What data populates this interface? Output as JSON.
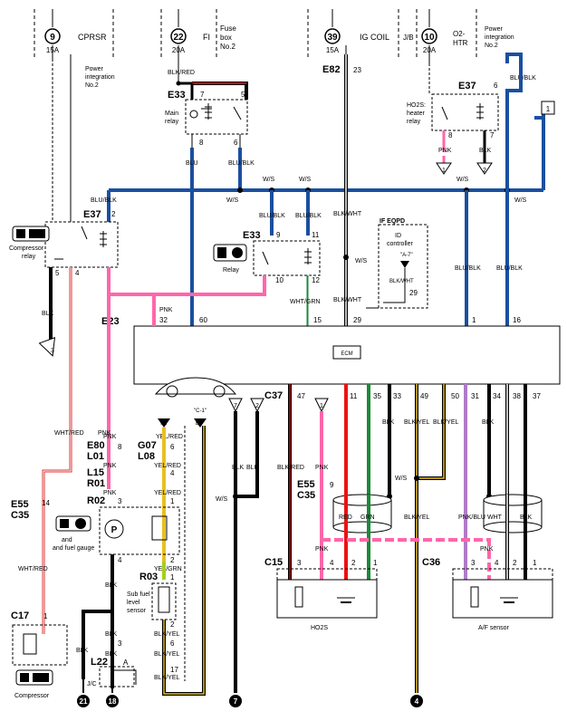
{
  "fuses": {
    "cprsr": {
      "num": "9",
      "amp": "15A",
      "name": "CPRSR"
    },
    "fi": {
      "num": "22",
      "amp": "20A",
      "name": "FI",
      "box": "Fuse box No.2"
    },
    "igcoil": {
      "num": "39",
      "amp": "15A",
      "name": "IG COIL"
    },
    "o2htr": {
      "num": "10",
      "amp": "20A",
      "name": "O2-HTR",
      "prefix": "J/B"
    }
  },
  "power_integration": "Power integration No.2",
  "connectors": {
    "e33": "E33",
    "e37": "E37",
    "e82": "E82",
    "e23": "E23",
    "c37": "C37",
    "e80": "E80",
    "l01": "L01",
    "g07": "G07",
    "l08": "L08",
    "l15": "L15",
    "r01": "R01",
    "r02": "R02",
    "r03": "R03",
    "l22": "L22",
    "e55": "E55",
    "c35": "C35",
    "c17": "C17",
    "c15": "C15",
    "c36": "C36"
  },
  "components": {
    "main_relay": "Main relay",
    "compressor_relay": "Compressor relay",
    "relay": "Relay",
    "heater_relay": "HO2S: heater relay",
    "id_controller": "ID controller",
    "if_eqpd": "IF EQPD",
    "a7": "\"A-7\"",
    "c1": "\"C-1\"",
    "ecm": "ECM",
    "pump_gauge": "and fuel gauge",
    "sub_sensor": "Sub fuel level sensor",
    "ho2s": "HO2S",
    "af_sensor": "A/F sensor",
    "compressor": "Compressor",
    "jc": "J/C",
    "pin_a": "A"
  },
  "wires": {
    "blk": "BLK",
    "blu": "BLU",
    "blu_blk": "BLU/BLK",
    "ws": "W/S",
    "blk_red": "BLK/RED",
    "blk_wht": "BLK/WHT",
    "pnk": "PNK",
    "wht_red": "WHT/RED",
    "wht_grn": "WHT/GRN",
    "yel_red": "YEL/RED",
    "yel_grn": "YEL/GRN",
    "blk_yel": "BLK/YEL",
    "red": "RED",
    "grn": "GRN",
    "pnk_blu": "PNK/BLU",
    "wht": "WHT"
  },
  "pins": {
    "e82_23": "23",
    "e33_7": "7",
    "e33_5": "5",
    "e33_8": "8",
    "e33_6": "6",
    "e37_6": "6",
    "e37_8": "8",
    "e37_7": "7",
    "e37_2": "2",
    "e37_5": "5",
    "e37_4": "4",
    "e37_3": "3",
    "e33_9": "9",
    "e33_11": "11",
    "e33_10": "10",
    "e33_12": "12",
    "id_29": "29",
    "e23_32": "32",
    "e23_60": "60",
    "e23_15": "15",
    "e23_29": "29",
    "e23_1": "1",
    "e23_16": "16",
    "c37_47": "47",
    "c37_11": "11",
    "c37_35": "35",
    "c37_33": "33",
    "c37_49": "49",
    "c37_50": "50",
    "c37_31": "31",
    "c37_34": "34",
    "c37_38": "38",
    "c37_37": "37",
    "e80_8": "8",
    "g07_6": "6",
    "l15_4": "4",
    "r02_3": "3",
    "r02_1": "1",
    "r02_4": "4",
    "r02_2": "2",
    "r03_1": "1",
    "r03_2": "2",
    "r03_6": "6",
    "r03_3": "3",
    "l22_17": "17",
    "e55_14": "14",
    "e55_9": "9",
    "c17_1": "1",
    "c15_3": "3",
    "c15_4": "4",
    "c15_2": "2",
    "c15_1": "1",
    "c36_3": "3",
    "c36_4": "4",
    "c36_2": "2",
    "c36_1": "1",
    "gnd_21": "21",
    "gnd_18": "18",
    "gnd_7": "7",
    "gnd_4": "4",
    "ref_1": "1",
    "ref_2": "2",
    "ref_3": "3",
    "ref_7": "7"
  }
}
